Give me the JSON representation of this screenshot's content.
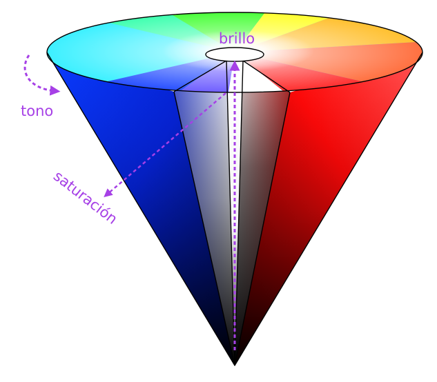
{
  "labels": {
    "brightness": "brillo",
    "hue": "tono",
    "saturation": "saturación"
  },
  "colors": {
    "annotation": "#a640e6",
    "outline": "#000000",
    "blue": "#0a2cff",
    "red": "#ff1a1a",
    "white": "#ffffff",
    "black": "#000000"
  },
  "icons": {
    "hue_arrow": "curved-dashed-arrow",
    "saturation_arrow": "dashed-arrow",
    "brightness_arrow": "dashed-arrow"
  }
}
